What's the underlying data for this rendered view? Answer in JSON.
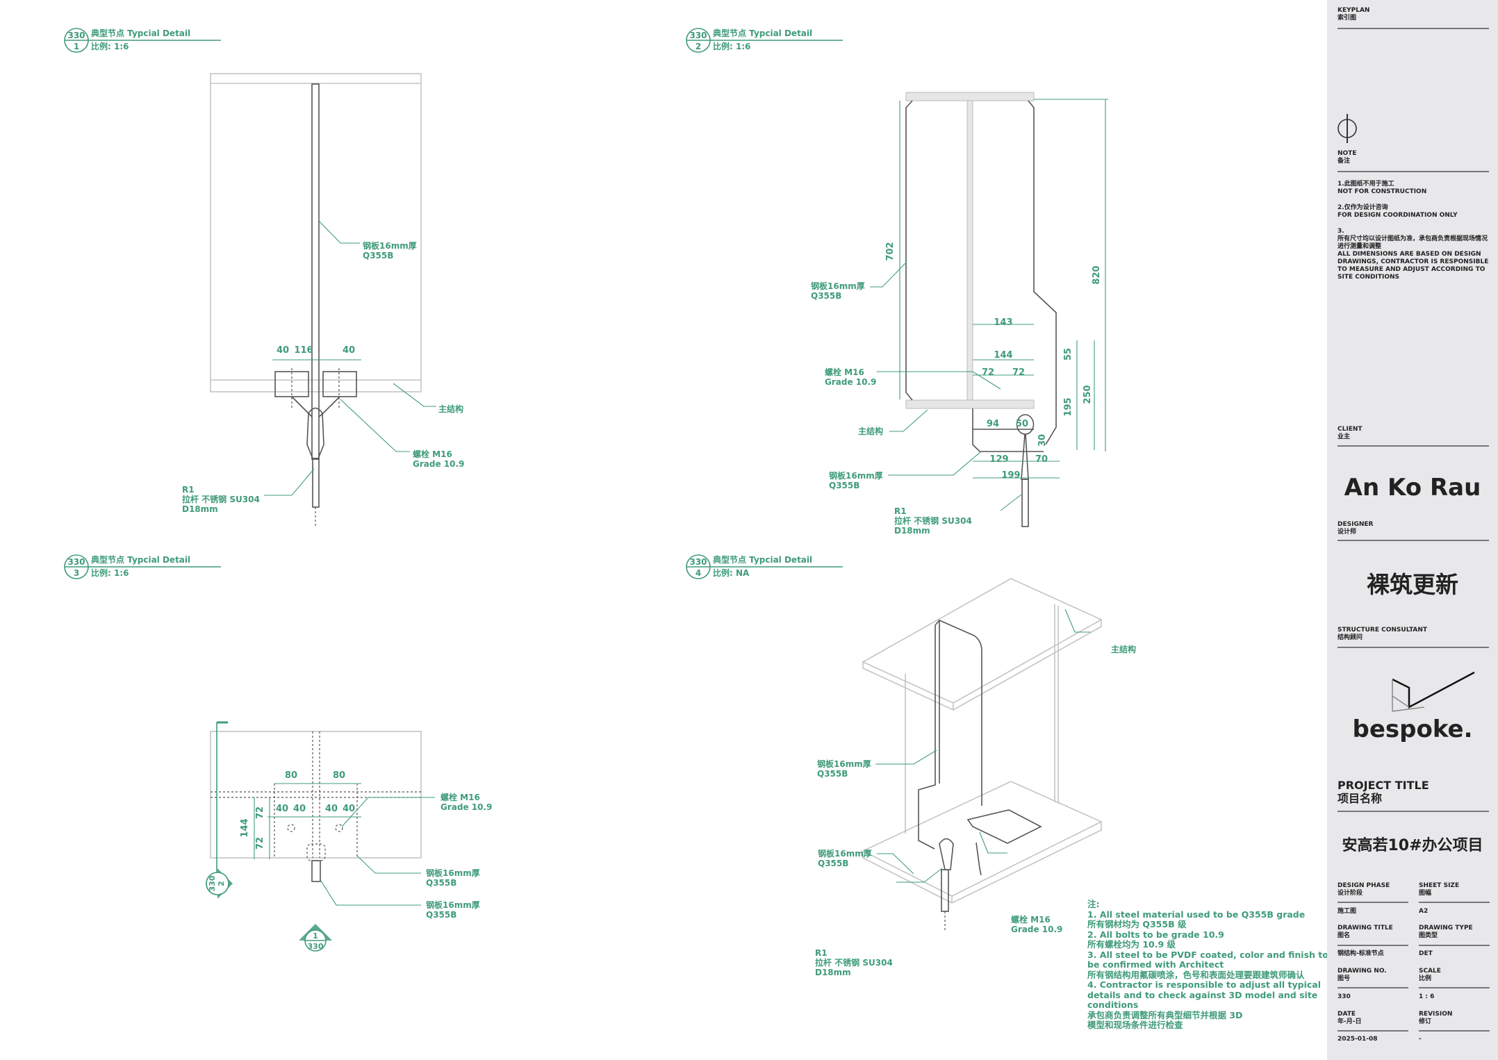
{
  "details": [
    {
      "no": "330",
      "idx": "1",
      "title": "典型节点 Typcial Detail",
      "scale": "比例:  1:6"
    },
    {
      "no": "330",
      "idx": "2",
      "title": "典型节点 Typcial Detail",
      "scale": "比例:  1:6"
    },
    {
      "no": "330",
      "idx": "3",
      "title": "典型节点 Typcial Detail",
      "scale": "比例:  1:6"
    },
    {
      "no": "330",
      "idx": "4",
      "title": "典型节点 Typcial Detail",
      "scale": "比例:  NA"
    }
  ],
  "callouts": {
    "plate_1": "钢板16mm厚",
    "plate_2": "Q355B",
    "main_structure": "主结构",
    "bolt_1": "螺栓 M16",
    "bolt_2": "Grade 10.9",
    "rod_1": "R1",
    "rod_2": "拉杆 不锈钢 SU304",
    "rod_3": "D18mm"
  },
  "dims": {
    "d1": [
      "40",
      "116",
      "40"
    ],
    "d2": [
      "702",
      "820",
      "143",
      "144",
      "72",
      "72",
      "55",
      "250",
      "195",
      "94",
      "50",
      "30",
      "129",
      "70",
      "199"
    ],
    "d3": [
      "80",
      "80",
      "40",
      "40",
      "40",
      "40",
      "72",
      "72",
      "144"
    ]
  },
  "section_marks": {
    "a_no": "330",
    "a_idx": "2",
    "b_no": "330",
    "b_idx": "1"
  },
  "notes": {
    "heading": "注:",
    "lines": [
      "1. All steel material used to be Q355B grade",
      "    所有钢材均为 Q355B 级",
      "2. All bolts to be grade 10.9",
      "    所有螺栓均为 10.9 级",
      "3. All steel to be PVDF coated, color and finish to",
      "be confirmed with Architect",
      "所有钢结构用氟碳喷涂，色号和表面处理要跟建筑师确认",
      "4. Contractor is responsible to adjust all typical",
      "details and to check against 3D model and site",
      "conditions",
      "    承包商负责调整所有典型细节并根据 3D",
      "模型和现场条件进行检查"
    ]
  },
  "title_block": {
    "keyplan": "KEYPLAN\n索引图",
    "note": "NOTE\n备注",
    "note1": "1.此图纸不用于施工\nNOT FOR CONSTRUCTION",
    "note2": "2.仅作为设计咨询\nFOR DESIGN COORDINATION ONLY",
    "note3": "3.\n所有尺寸均以设计图纸为准，承包商负责根据现场情况进行测量和调整\nALL DIMENSIONS ARE BASED ON DESIGN DRAWINGS, CONTRACTOR IS RESPONSIBLE TO MEASURE AND ADJUST ACCORDING TO SITE CONDITIONS",
    "client_label": "CLIENT\n业主",
    "client": "An Ko Rau",
    "designer_label": "DESIGNER\n设计师",
    "designer": "裸筑更新",
    "consultant_label": "STRUCTURE CONSULTANT\n结构顾问",
    "consultant_logo": "bespoke.",
    "project_label": "PROJECT TITLE\n项目名称",
    "project": "安高若10#办公项目",
    "design_phase_label": "DESIGN PHASE\n设计阶段",
    "design_phase": "施工图",
    "sheet_size_label": "SHEET SIZE\n图幅",
    "sheet_size": "A2",
    "drawing_title_label": "DRAWING TITLE\n图名",
    "drawing_title": "钢结构-标准节点",
    "drawing_type_label": "DRAWING TYPE\n图类型",
    "drawing_type": "DET",
    "drawing_no_label": "DRAWING NO.\n图号",
    "drawing_no": "330",
    "scale_label": "SCALE\n比例",
    "scale": "1 : 6",
    "date_label": "DATE\n年-月-日",
    "date": "2025-01-08",
    "revision_label": "REVISION\n修订",
    "revision": "-"
  },
  "colors": {
    "annotation": "#3f9b78",
    "title_block_bg": "#e8e7ea"
  }
}
